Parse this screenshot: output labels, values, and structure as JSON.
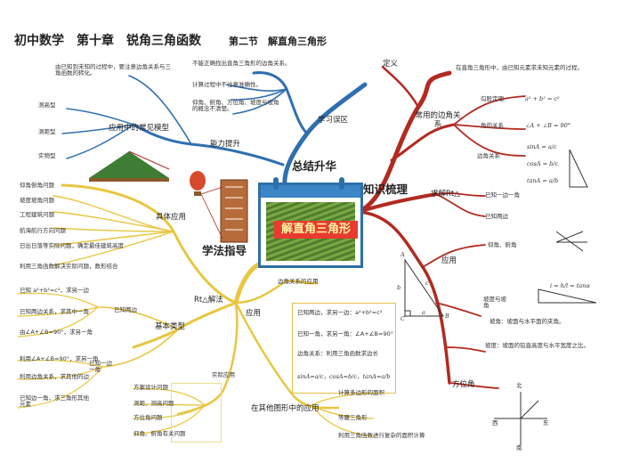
{
  "title": {
    "main": "初中数学　第十章　锐角三角函数",
    "section": "第二节　解直角三角形"
  },
  "center": {
    "label": "解直角三角形"
  },
  "branches": {
    "summary": "总结升华",
    "knowledge": "知识梳理",
    "method": "学法指导",
    "ability": "能力提升",
    "misconception": "学习误区"
  },
  "misconception_notes": [
    "不能正确找出直角三角形的边角关系。",
    "计算过程中不注意准确性。",
    "仰角、俯角、方位角、坡度与坡角的概念不清楚。"
  ],
  "ability_intro": "由已知到未知的过程中，要注意边角关系与三角函数的转化。",
  "ability_models": {
    "label": "应用中的常见模型",
    "items": [
      "测高型",
      "测距型",
      "实物型"
    ]
  },
  "knowledge_def": {
    "label": "定义",
    "text": "在直角三角形中，由已知元素求未知元素的过程。"
  },
  "relations": {
    "label": "常用的边角关系",
    "pythagoras": "勾股定理",
    "pythagoras_formula": "a² + b² = c²",
    "angle": "角的关系",
    "angle_formula": "∠A + ∠B = 90°",
    "edge_angle": "边角关系",
    "sin": "sinA = a/c",
    "cos": "cosA = b/c",
    "tan": "tanA = a/b"
  },
  "solve": {
    "label": "求解Rt△",
    "items": [
      "已知一边一角",
      "已知两边"
    ]
  },
  "application": {
    "label": "应用",
    "elevation": "仰角、俯角",
    "slope": "坡度与坡角",
    "slope_formula": "i = h/l = tanα",
    "slope_note": "坡角：坡面与水平面的夹角。",
    "grade_note": "坡度：坡面的铅直高度与水平宽度之比。",
    "bearing": "方位角",
    "bearing_axes": [
      "北",
      "南",
      "西",
      "东"
    ]
  },
  "method_practical": {
    "label": "具体应用",
    "items": [
      "仰角俯角问题",
      "坡度坡角问题",
      "工程建筑问题",
      "航海航行方向问题",
      "日出日落等实际问题，确定最佳建筑高度",
      "利用三角函数解决实际问题，数形结合"
    ]
  },
  "method_right": {
    "label": "Rt△解法",
    "known_two": "已知两边",
    "known_two_items": [
      "已知 a²+b²=c²，求另一边",
      "已知两边关系，求其中一角",
      "由∠A+∠B=90°，求另一角"
    ],
    "known_edge_angle": "已知一边一角",
    "edge_angle_items": [
      "利用∠A+∠B=90°，求另一角",
      "利用边角关系，求其他的边",
      "已知边一角，求三角形其他元素"
    ],
    "label_basic": "基本类型"
  },
  "method_use": {
    "label": "应用",
    "subtitle": "边角关系的应用",
    "items": [
      "已知两边，求另一边：a²+b²=c²",
      "已知一角，求另一角：∠A+∠B=90°",
      "边角关系：利用三角函数求边长",
      "sinA=a/c，cosA=b/c，tanA=a/b"
    ]
  },
  "method_real": {
    "label": "实际应用",
    "items": [
      "方案设计问题",
      "测距、测高问题",
      "方位角问题",
      "仰角、俯角有关问题"
    ]
  },
  "method_other": {
    "label": "在其他图形中的应用",
    "items": [
      "计算多边形的面积",
      "等腰三角形",
      "利用三角函数进行复杂的面积计算"
    ]
  },
  "triangle_labels": [
    "A",
    "B",
    "C",
    "a",
    "b",
    "c"
  ],
  "colors": {
    "red": "#b22a20",
    "blue": "#2f6fb0",
    "yellow": "#e8c640",
    "olive": "#c9b227"
  }
}
